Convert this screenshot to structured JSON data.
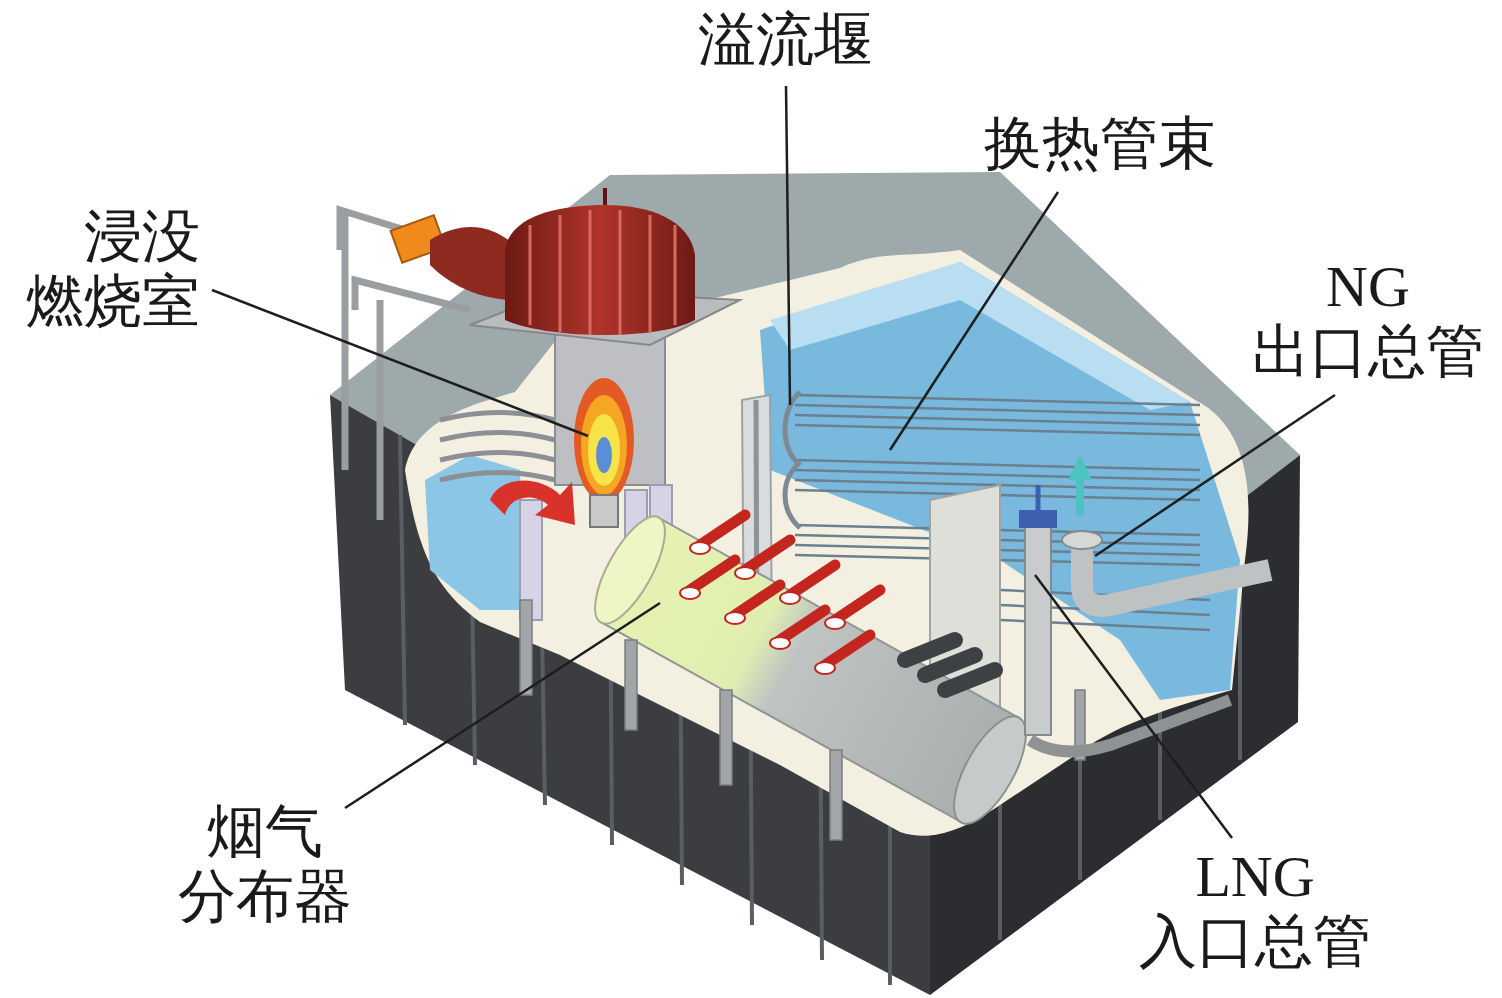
{
  "diagram": {
    "labels": [
      "溢流堰",
      "换热管束",
      "浸没 燃烧室",
      "NG 出口总管",
      "烟气 分布器",
      "LNG 入口总管"
    ]
  }
}
